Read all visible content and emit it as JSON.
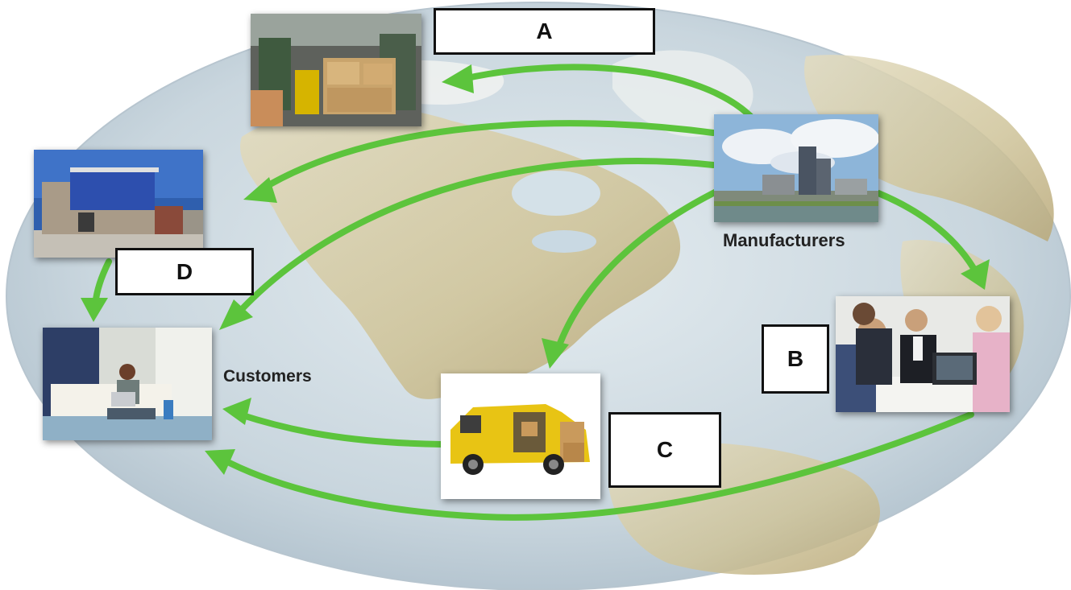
{
  "labels": {
    "manufacturers": "Manufacturers",
    "customers": "Customers",
    "box_a": "A",
    "box_b": "B",
    "box_c": "C",
    "box_d": "D"
  },
  "colors": {
    "arrow": "#5cc43c",
    "ocean": "#c9d9e3",
    "land": "#d9d3b0",
    "box_border": "#111111"
  }
}
